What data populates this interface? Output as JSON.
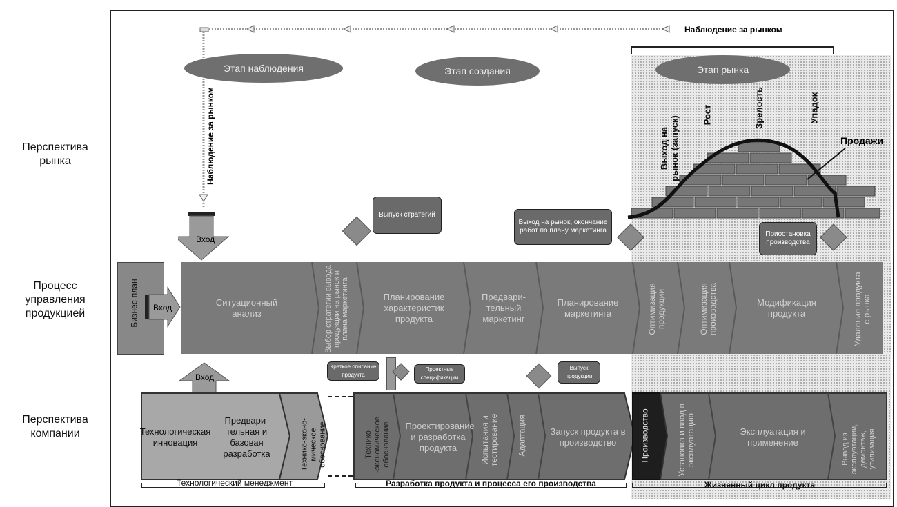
{
  "left_labels": {
    "market": [
      "Перспектива",
      "рынка"
    ],
    "process": [
      "Процесс",
      "управления",
      "продукцией"
    ],
    "company": [
      "Перспектива",
      "компании"
    ]
  },
  "top": {
    "market_watch": "Наблюдение за рынком",
    "market_watch_vertical": "Наблюдение за рынком",
    "stage_observe": "Этап наблюдения",
    "stage_create": "Этап создания",
    "stage_market": "Этап рынка"
  },
  "lifecycle_phases": [
    "Выход на рынок (запуск)",
    "Рост",
    "Зрелость",
    "Упадок"
  ],
  "sales_label": "Продажи",
  "callouts": {
    "strategy": "Выпуск стратегий",
    "market_entry": "Выход на рынок, окончание работ по плану маркетинга",
    "suspend": "Приостановка производства",
    "brief": "Краткое описание продукта",
    "specs": "Проектные спецификации",
    "release": "Выпуск продукции"
  },
  "inputs": {
    "top": "Вход",
    "left": "Вход",
    "bottom": "Вход"
  },
  "business_plan": "Бизнес-план",
  "process_steps": {
    "situational": "Ситуационный анализ",
    "choice": "Выбор стратегии вывода продукции на рынок и плана маркетинга",
    "char_planning": "Планирование характеристик продукта",
    "pre_marketing": "Предвари-тельный маркетинг",
    "marketing_planning": "Планирование маркетинга",
    "opt_product": "Оптимизация продукции",
    "opt_production": "Оптимизация производства",
    "modification": "Модификация продукта",
    "removal": "Удаление продукта с рынка"
  },
  "company_steps": {
    "tech_innovation": "Технологическая инновация",
    "pre_dev": "Предвари-тельная и базовая разработка",
    "tech_econ1": "Технико-эконо-мическое обоснование",
    "tech_econ2": "Технико -экономическое обоснование",
    "design": "Проектирование и разработка продукта",
    "testing": "Испытания и тестирование",
    "adaptation": "Адаптация",
    "launch": "Запуск продукта в производство",
    "production": "Производство",
    "installation": "Установка и ввод в эксплуатацию",
    "operation": "Эксплуатация и применение",
    "decommission": "Вывод из эксплуатации, демонтаж, утилизация"
  },
  "bottom_labels": {
    "tech_mgmt": "Технологический менеджмент",
    "dev": "Разработка продукта и процесса его производства",
    "lifecycle": "Жизненный цикл продукта"
  },
  "colors": {
    "dark": "#222222",
    "mid": "#7a7a7a",
    "light": "#b5b5b5",
    "box": "#6a6a6a"
  }
}
